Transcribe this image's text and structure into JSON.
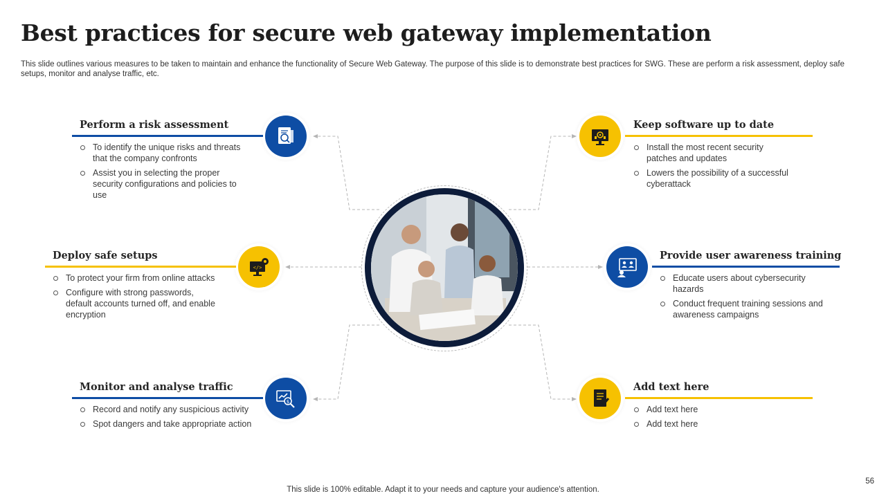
{
  "title": "Best practices for secure web gateway implementation",
  "subtitle": "This slide outlines various measures to be taken to  maintain and enhance the functionality of Secure Web Gateway. The purpose of this slide is to demonstrate best practices for SWG. These are perform a risk assessment, deploy safe setups, monitor and analyse traffic, etc.",
  "colors": {
    "blue": "#0e4da4",
    "yellow": "#f6c101",
    "navy": "#0d1c3a"
  },
  "center_image": "team-meeting-photo",
  "items": [
    {
      "title": "Perform a risk assessment",
      "icon": "report-search-icon",
      "bullets": [
        "To identify the unique risks and threats that the company confronts",
        "Assist you in selecting the proper security configurations  and policies to use"
      ]
    },
    {
      "title": "Deploy safe setups",
      "icon": "monitor-gear-code-icon",
      "bullets": [
        "To protect your firm from online attacks",
        "Configure  with strong passwords, default accounts turned off, and enable encryption"
      ]
    },
    {
      "title": "Monitor and analyse traffic",
      "icon": "chart-magnifier-icon",
      "bullets": [
        "Record and notify any suspicious activity",
        "Spot dangers and take appropriate action"
      ]
    },
    {
      "title": "Keep software up to date",
      "icon": "monitor-update-icon",
      "bullets": [
        "Install the most recent security patches and updates",
        "Lowers the possibility of a successful cyberattack"
      ]
    },
    {
      "title": "Provide user awareness training",
      "icon": "video-training-icon",
      "bullets": [
        "Educate users about cybersecurity hazards",
        "Conduct frequent training sessions and awareness campaigns"
      ]
    },
    {
      "title": "Add text here",
      "icon": "document-pen-icon",
      "bullets": [
        "Add text here",
        "Add text here"
      ]
    }
  ],
  "footer": "This slide is 100% editable. Adapt it to your needs and capture your audience's attention.",
  "page_number": "56"
}
